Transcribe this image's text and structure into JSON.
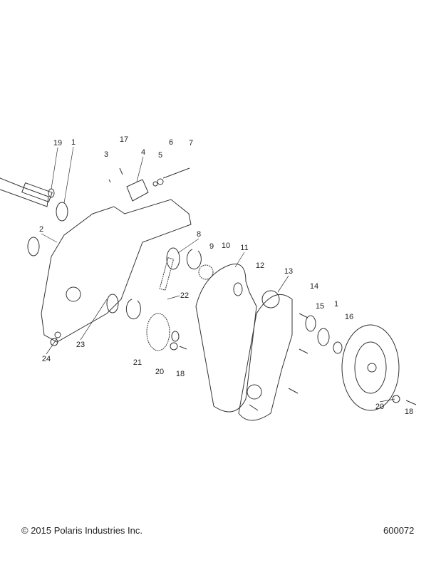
{
  "callouts": [
    "19",
    "1",
    "17",
    "3",
    "4",
    "5",
    "6",
    "7",
    "2",
    "8",
    "9",
    "10",
    "11",
    "12",
    "13",
    "14",
    "15",
    "1",
    "16",
    "22",
    "23",
    "24",
    "21",
    "20",
    "18",
    "20",
    "18"
  ],
  "footer": {
    "copyright": "© 2015 Polaris Industries Inc.",
    "diagram_number": "600072"
  }
}
